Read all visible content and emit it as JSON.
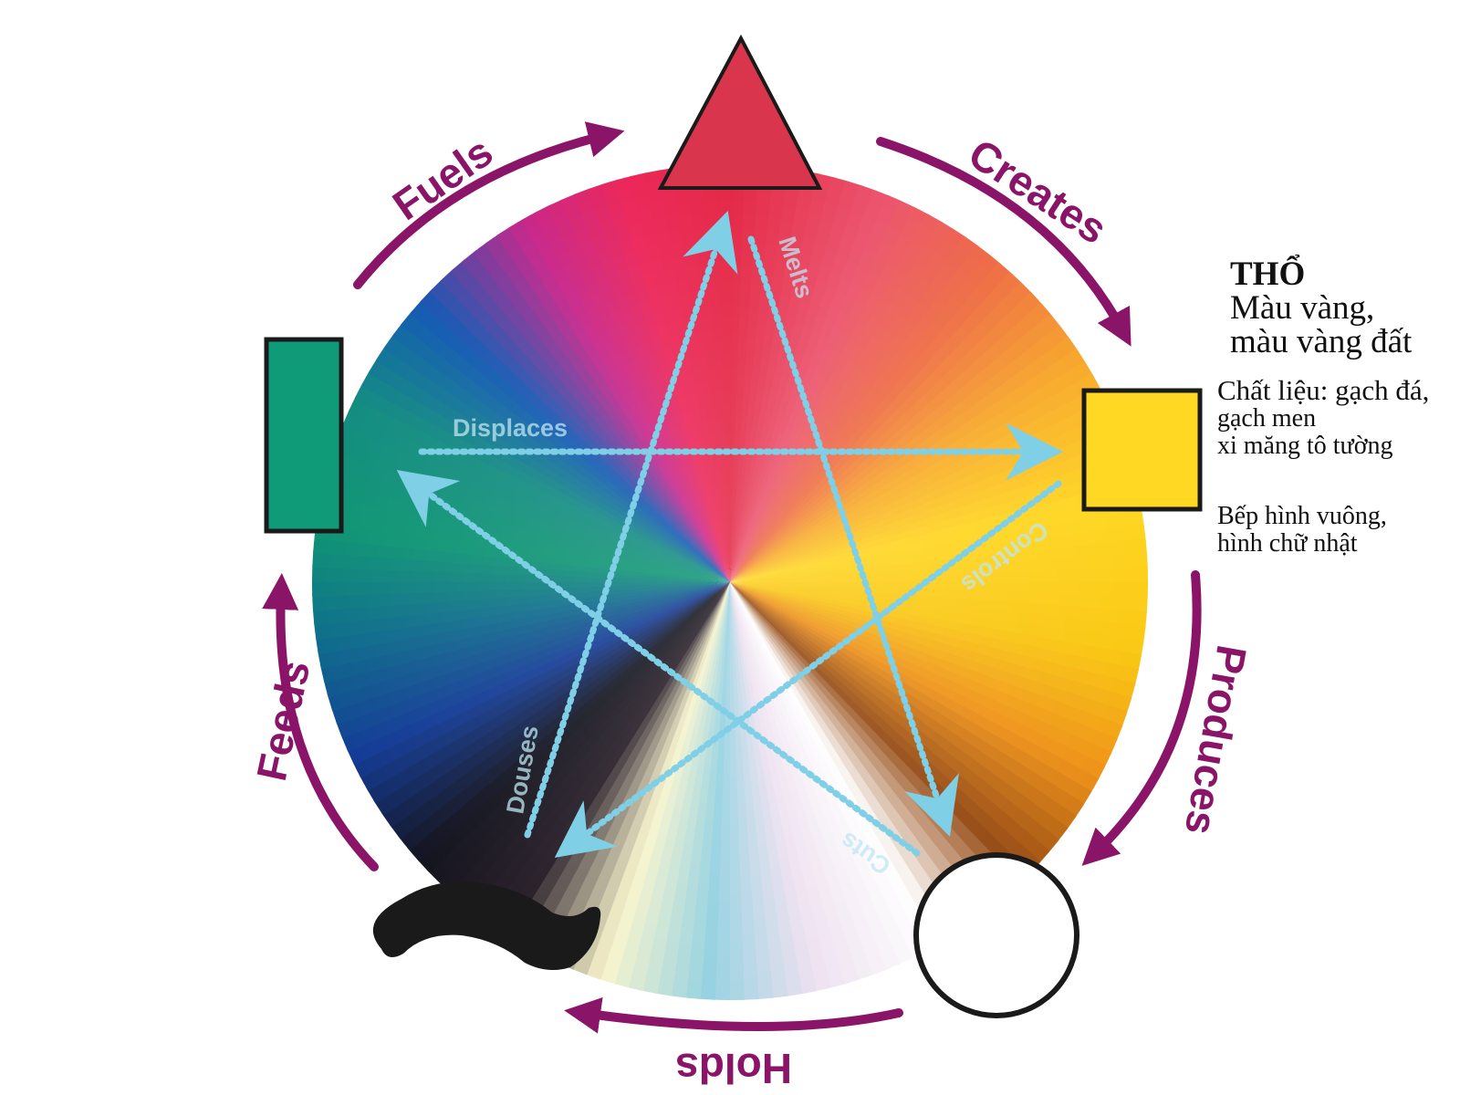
{
  "colors": {
    "cycle_arrow": "#8a1468",
    "inner_arrow": "#7fd0e6",
    "fire": "#d9364e",
    "earth": "#ffd823",
    "wood": "#0f9a78",
    "water": "#1a1a1a",
    "metal": "#ffffff",
    "outline": "#1a1a1a"
  },
  "shapes": [
    {
      "id": "fire",
      "shape": "triangle"
    },
    {
      "id": "earth",
      "shape": "square"
    },
    {
      "id": "metal",
      "shape": "circle"
    },
    {
      "id": "water",
      "shape": "wave"
    },
    {
      "id": "wood",
      "shape": "rectangle"
    }
  ],
  "cycle_labels": {
    "fuels": "Fuels",
    "creates": "Creates",
    "produces": "Produces",
    "holds": "Holds",
    "feeds": "Feeds"
  },
  "inner_labels": {
    "melts": "Melts",
    "displaces": "Displaces",
    "controls": "Controls",
    "cuts": "Cuts",
    "douses": "Douses"
  },
  "note": {
    "title": "THỔ",
    "colors_lines": [
      "Màu vàng,",
      "màu vàng đất"
    ],
    "material_lines": [
      "Chất liệu: gạch đá,",
      "gạch men",
      "xi măng tô tường"
    ],
    "shape_lines": [
      "Bếp hình vuông,",
      "hình chữ nhật"
    ]
  }
}
